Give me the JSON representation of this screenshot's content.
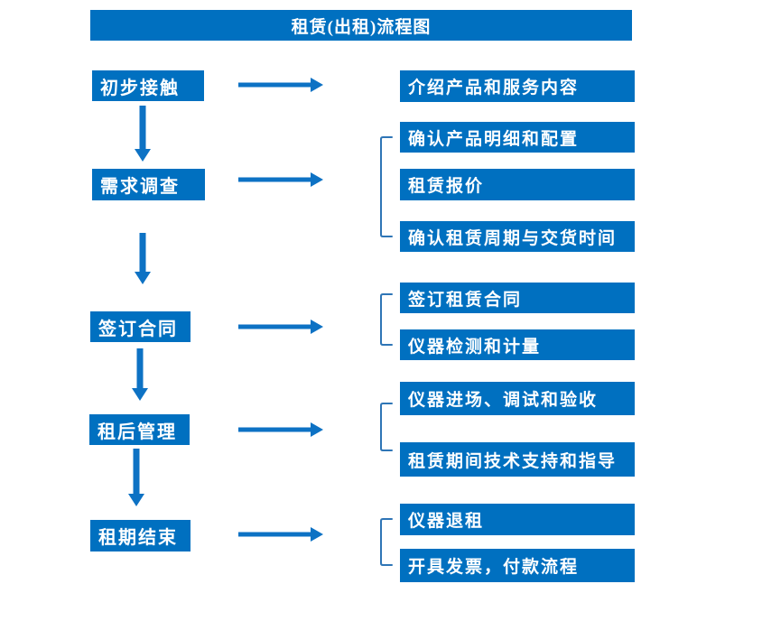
{
  "title": "租赁(出租)流程图",
  "colors": {
    "box": "#0070c0",
    "arrow": "#0d72c4",
    "bracket": "#2e75b6",
    "text": "#ffffff",
    "background": "#ffffff"
  },
  "stages": [
    {
      "label": "初步接触",
      "details": [
        "介绍产品和服务内容"
      ]
    },
    {
      "label": "需求调查",
      "details": [
        "确认产品明细和配置",
        "租赁报价",
        "确认租赁周期与交货时间"
      ]
    },
    {
      "label": "签订合同",
      "details": [
        "签订租赁合同",
        "仪器检测和计量"
      ]
    },
    {
      "label": "租后管理",
      "details": [
        "仪器进场、调试和验收",
        "租赁期间技术支持和指导"
      ]
    },
    {
      "label": "租期结束",
      "details": [
        "仪器退租",
        "开具发票，付款流程"
      ]
    }
  ]
}
